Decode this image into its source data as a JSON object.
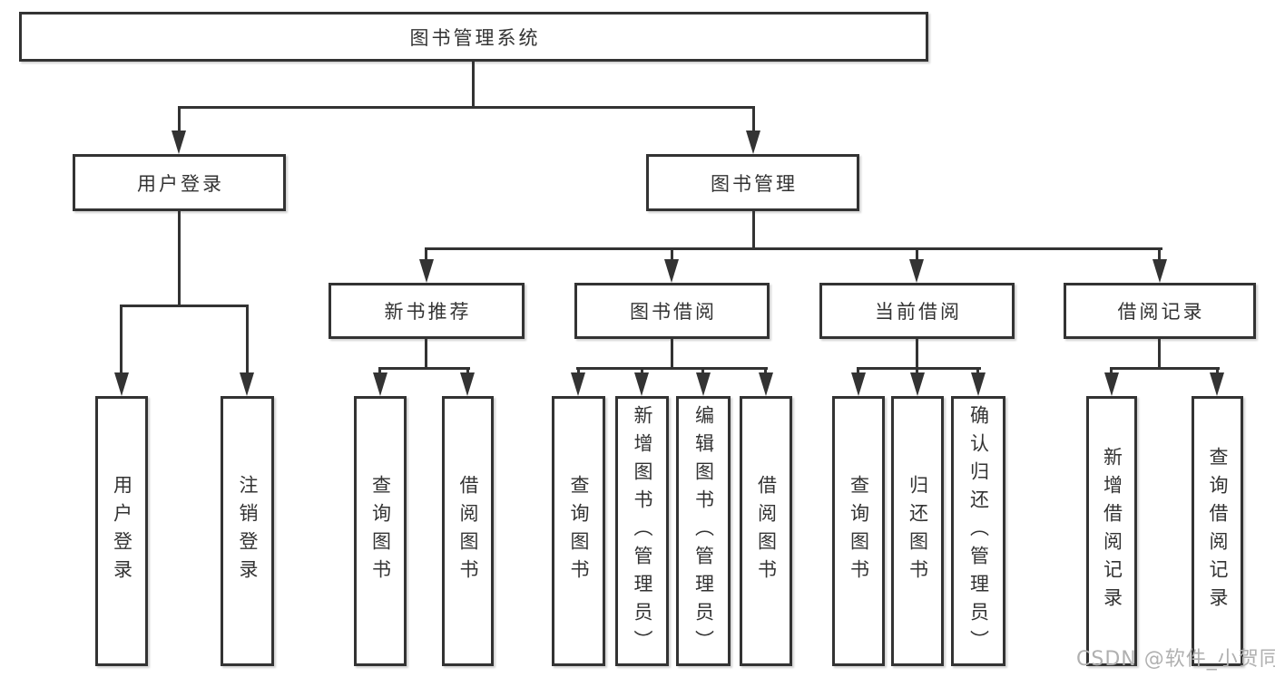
{
  "tree": {
    "root": "图书管理系统",
    "branches": [
      {
        "label": "用户登录",
        "children": [
          "用户登录",
          "注销登录"
        ]
      },
      {
        "label": "图书管理",
        "children": [
          {
            "label": "新书推荐",
            "children": [
              "查询图书",
              "借阅图书"
            ]
          },
          {
            "label": "图书借阅",
            "children": [
              "查询图书",
              "新增图书（管理员）",
              "编辑图书（管理员）",
              "借阅图书"
            ]
          },
          {
            "label": "当前借阅",
            "children": [
              "查询图书",
              "归还图书",
              "确认归还（管理员）"
            ]
          },
          {
            "label": "借阅记录",
            "children": [
              "新增借阅记录",
              "查询借阅记录"
            ]
          }
        ]
      }
    ]
  },
  "watermark": "CSDN @软件_小贺同学",
  "colors": {
    "line": "#333333",
    "box_background": "#ffffff",
    "text": "#333333",
    "watermark": "#b0b0b0"
  }
}
